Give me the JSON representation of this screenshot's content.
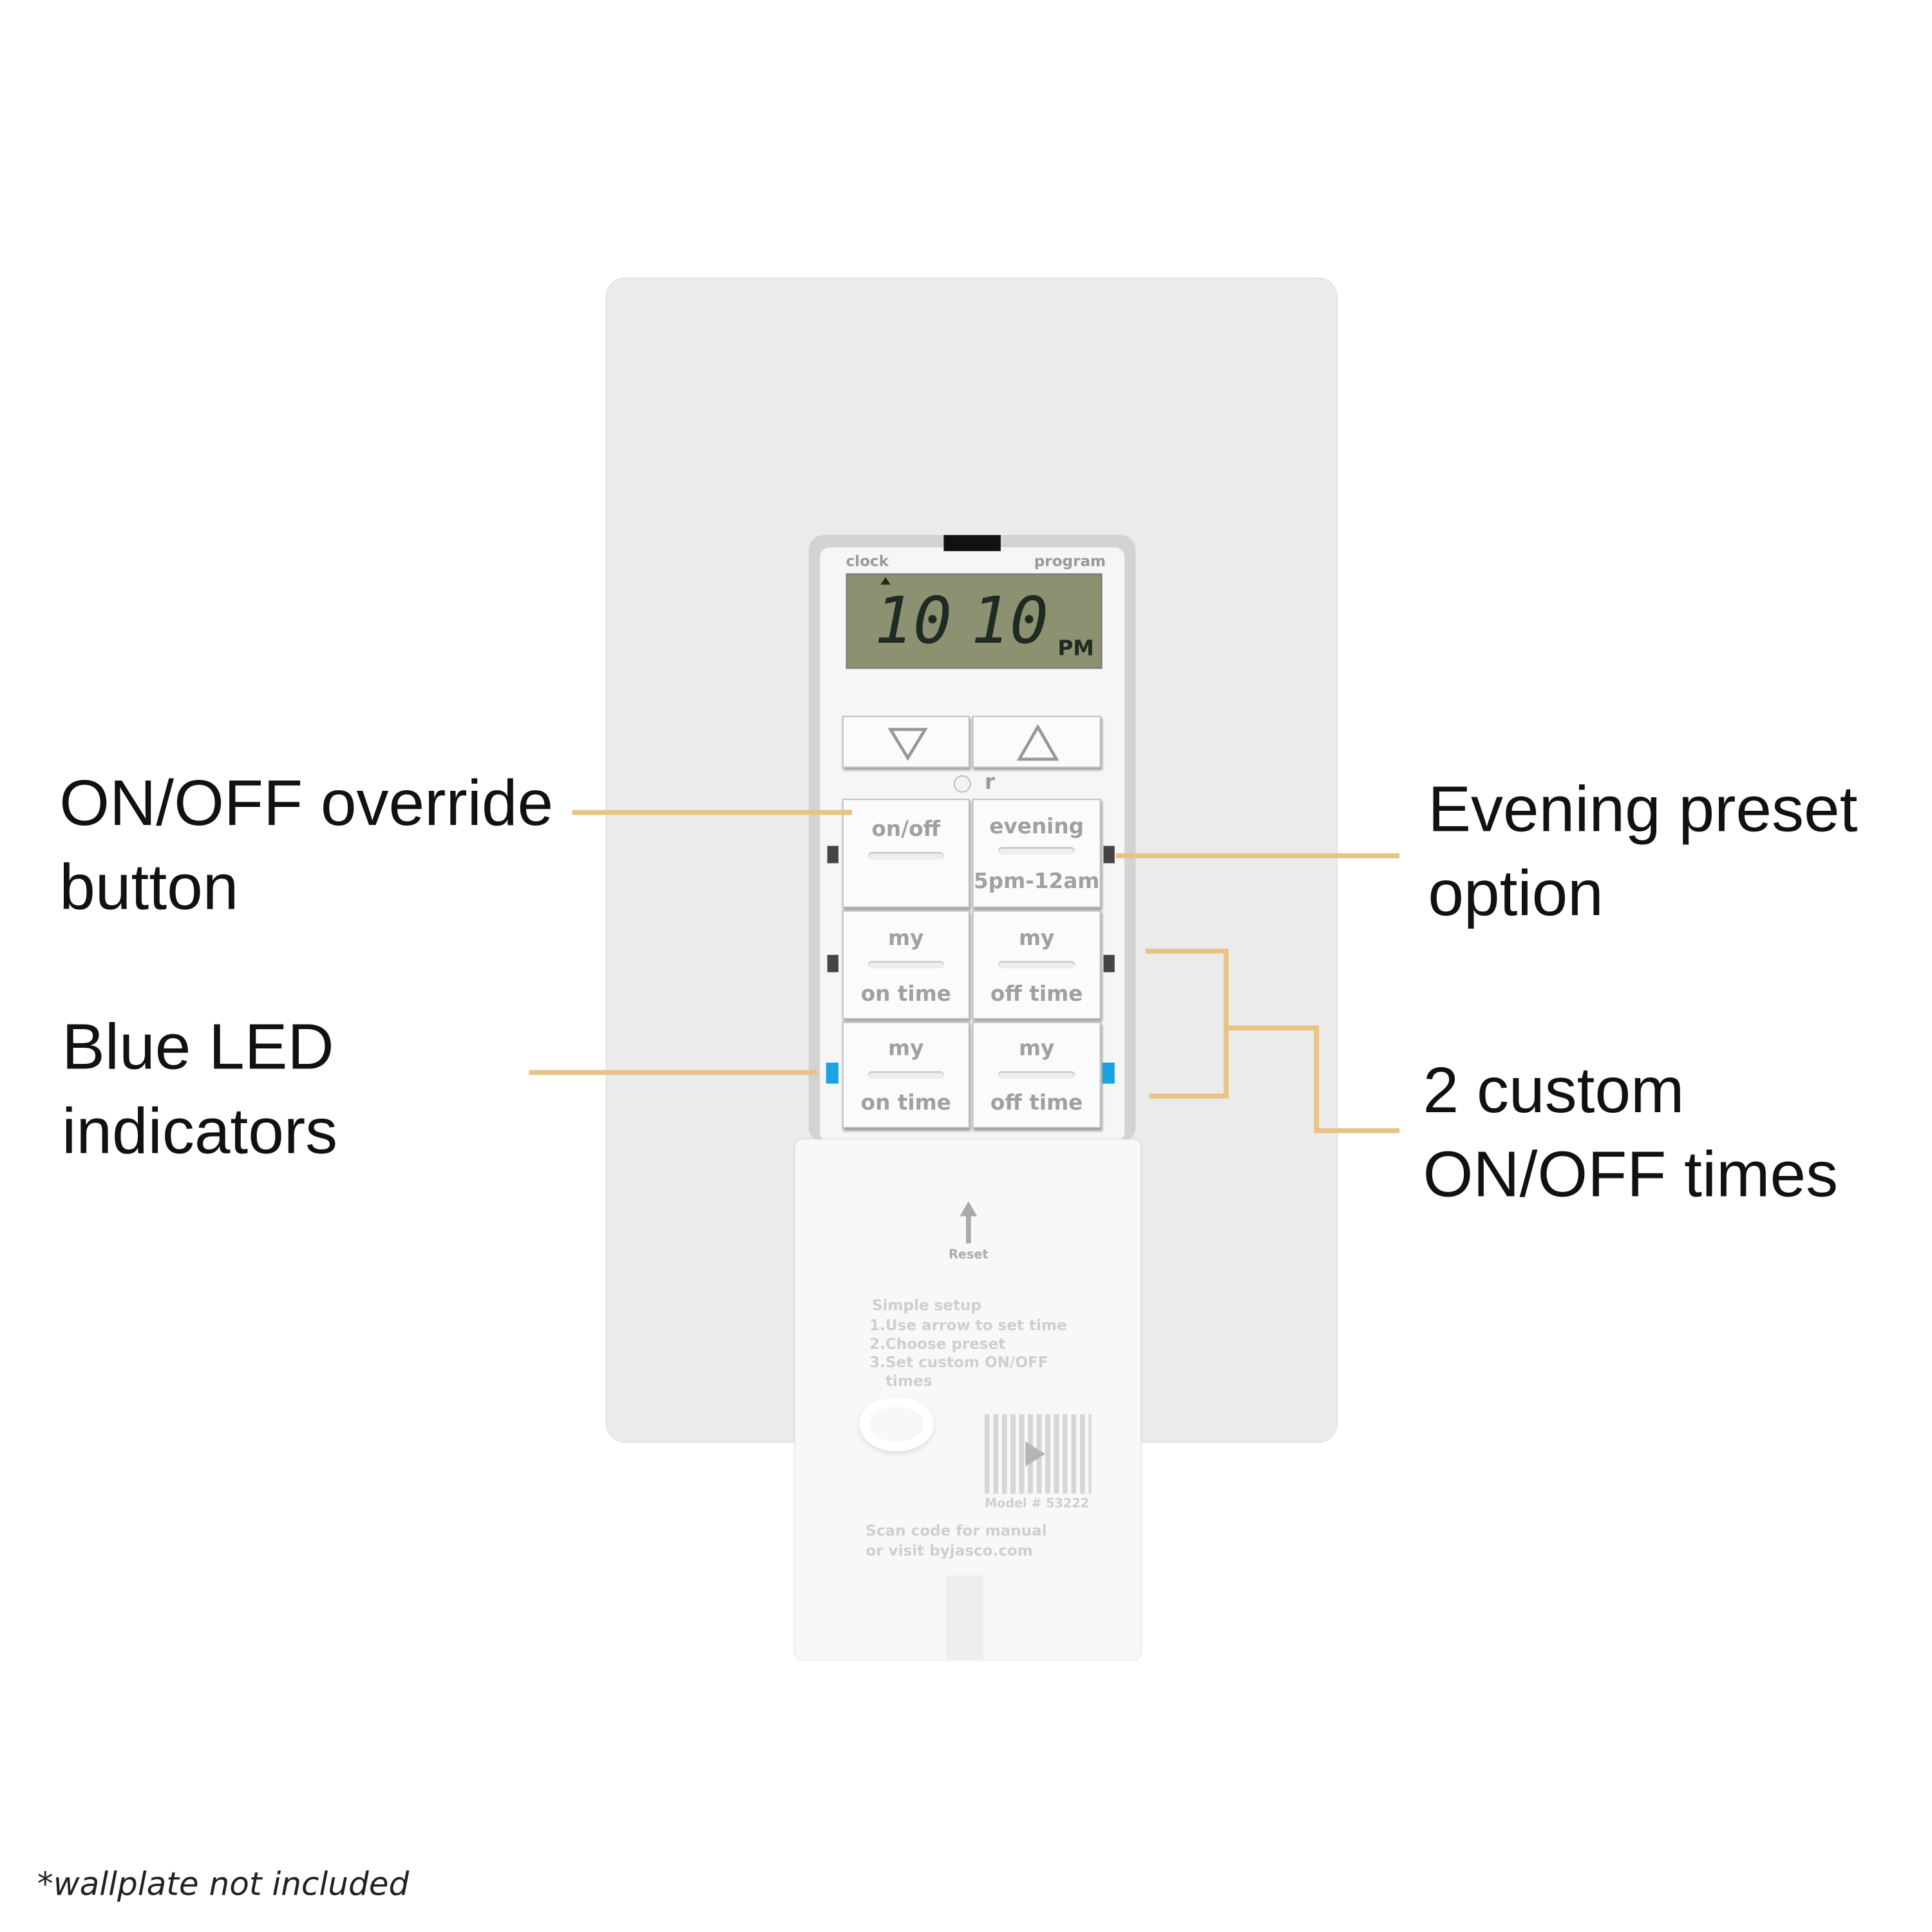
{
  "annotations": {
    "override": {
      "line1": "ON/OFF override",
      "line2": "button"
    },
    "led": {
      "line1": "Blue LED",
      "line2": "indicators"
    },
    "evening": {
      "line1": "Evening preset",
      "line2": "option"
    },
    "custom": {
      "line1": "2 custom",
      "line2": "ON/OFF times"
    },
    "line_color": "#e8c384"
  },
  "device": {
    "clock_label": "clock",
    "program_label": "program",
    "display": {
      "hours": "10",
      "minutes": "10",
      "meridiem": "PM",
      "lcd_color": "#8b9171"
    },
    "arrows": {
      "down": "down-triangle-icon",
      "up": "up-triangle-icon"
    },
    "reset_hint": "r",
    "buttons": [
      {
        "top": "on/off",
        "bottom": ""
      },
      {
        "top": "evening",
        "bottom": "5pm-12am"
      },
      {
        "top": "my",
        "bottom": "on time"
      },
      {
        "top": "my",
        "bottom": "off time"
      },
      {
        "top": "my",
        "bottom": "on time"
      },
      {
        "top": "my",
        "bottom": "off time"
      }
    ],
    "led_color": "#1aa3e0"
  },
  "flap": {
    "reset": "Reset",
    "setup_title": "Simple setup",
    "step1": "1.Use arrow to set time",
    "step2": "2.Choose preset",
    "step3": "3.Set custom ON/OFF",
    "step3b": "times",
    "model": "Model # 53222",
    "scan1": "Scan code for manual",
    "scan2": "or visit byjasco.com"
  },
  "footnote": "*wallplate not included"
}
